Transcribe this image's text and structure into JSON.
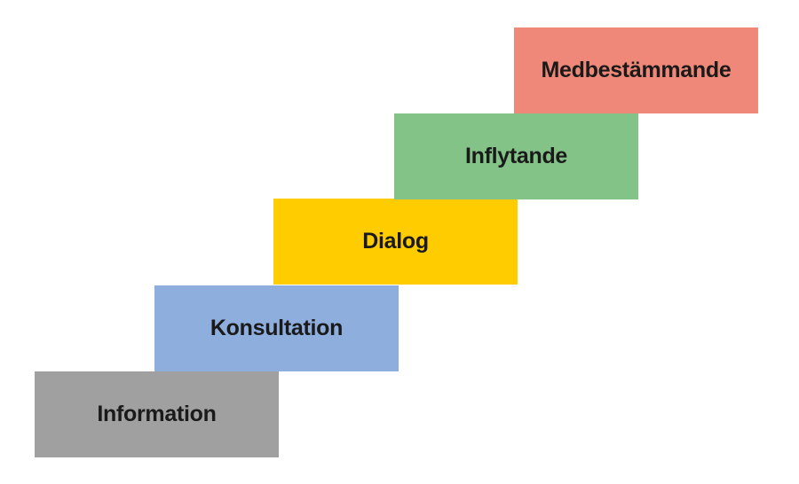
{
  "steps": [
    {
      "label": "Information",
      "color": "#a0a0a0"
    },
    {
      "label": "Konsultation",
      "color": "#8eaedd"
    },
    {
      "label": "Dialog",
      "color": "#ffcc00"
    },
    {
      "label": "Inflytande",
      "color": "#83c387"
    },
    {
      "label": "Medbestämmande",
      "color": "#ef8878"
    }
  ]
}
